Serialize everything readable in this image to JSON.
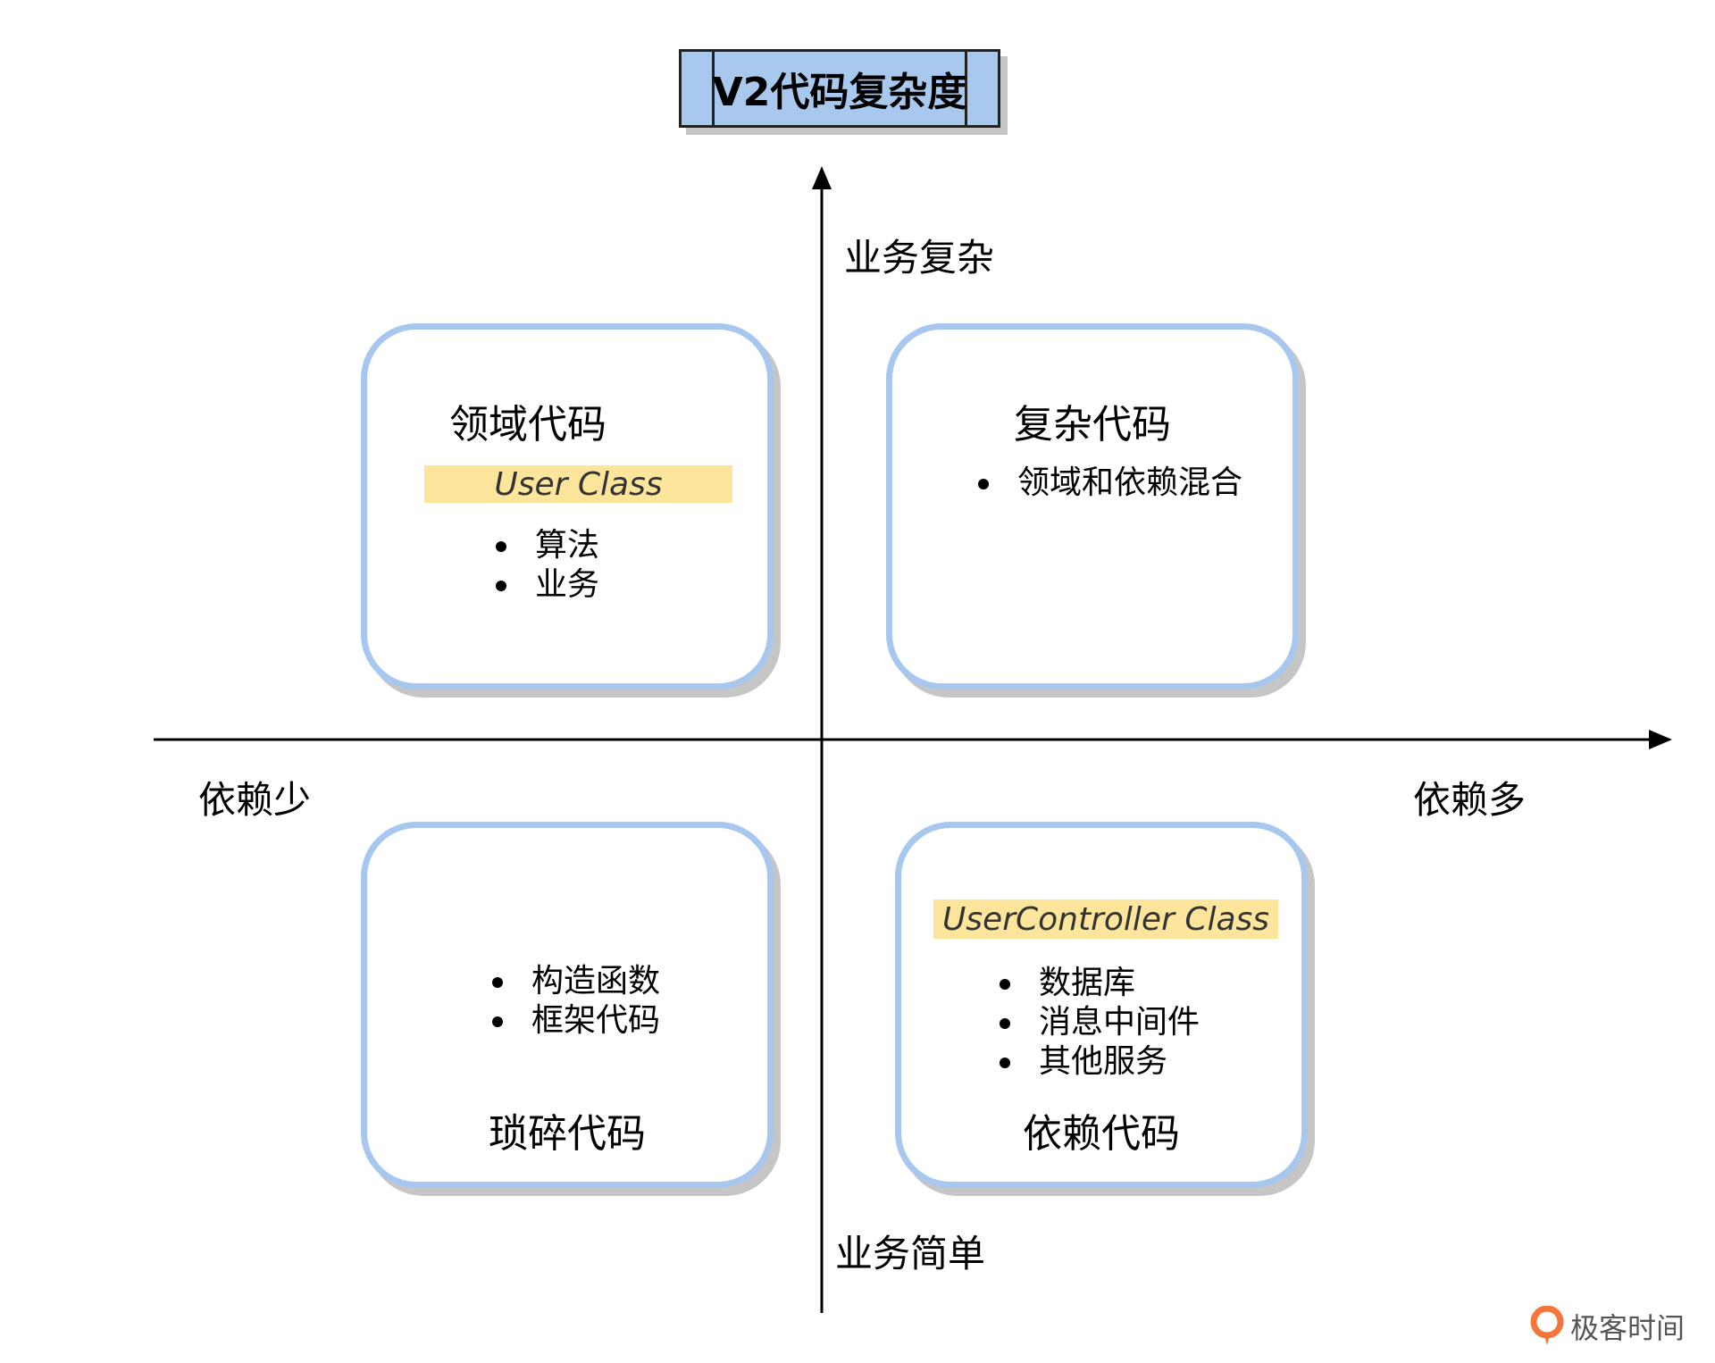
{
  "title": "V2代码复杂度",
  "axes": {
    "top": "业务复杂",
    "bottom": "业务简单",
    "left": "依赖少",
    "right": "依赖多"
  },
  "quadrants": {
    "top_left": {
      "title": "领域代码",
      "highlight": "User Class",
      "bullets": [
        "算法",
        "业务"
      ]
    },
    "top_right": {
      "title": "复杂代码",
      "bullets": [
        "领域和依赖混合"
      ]
    },
    "bottom_left": {
      "title": "琐碎代码",
      "bullets": [
        "构造函数",
        "框架代码"
      ]
    },
    "bottom_right": {
      "title": "依赖代码",
      "highlight": "UserController Class",
      "bullets": [
        "数据库",
        "消息中间件",
        "其他服务"
      ]
    }
  },
  "brand": {
    "text": "极客时间",
    "icon": "geektime-logo-icon",
    "color": "#f5763b"
  },
  "colors": {
    "title_fill": "#a9c8ee",
    "quad_border": "#a7c7ee",
    "highlight": "#fde69b"
  }
}
